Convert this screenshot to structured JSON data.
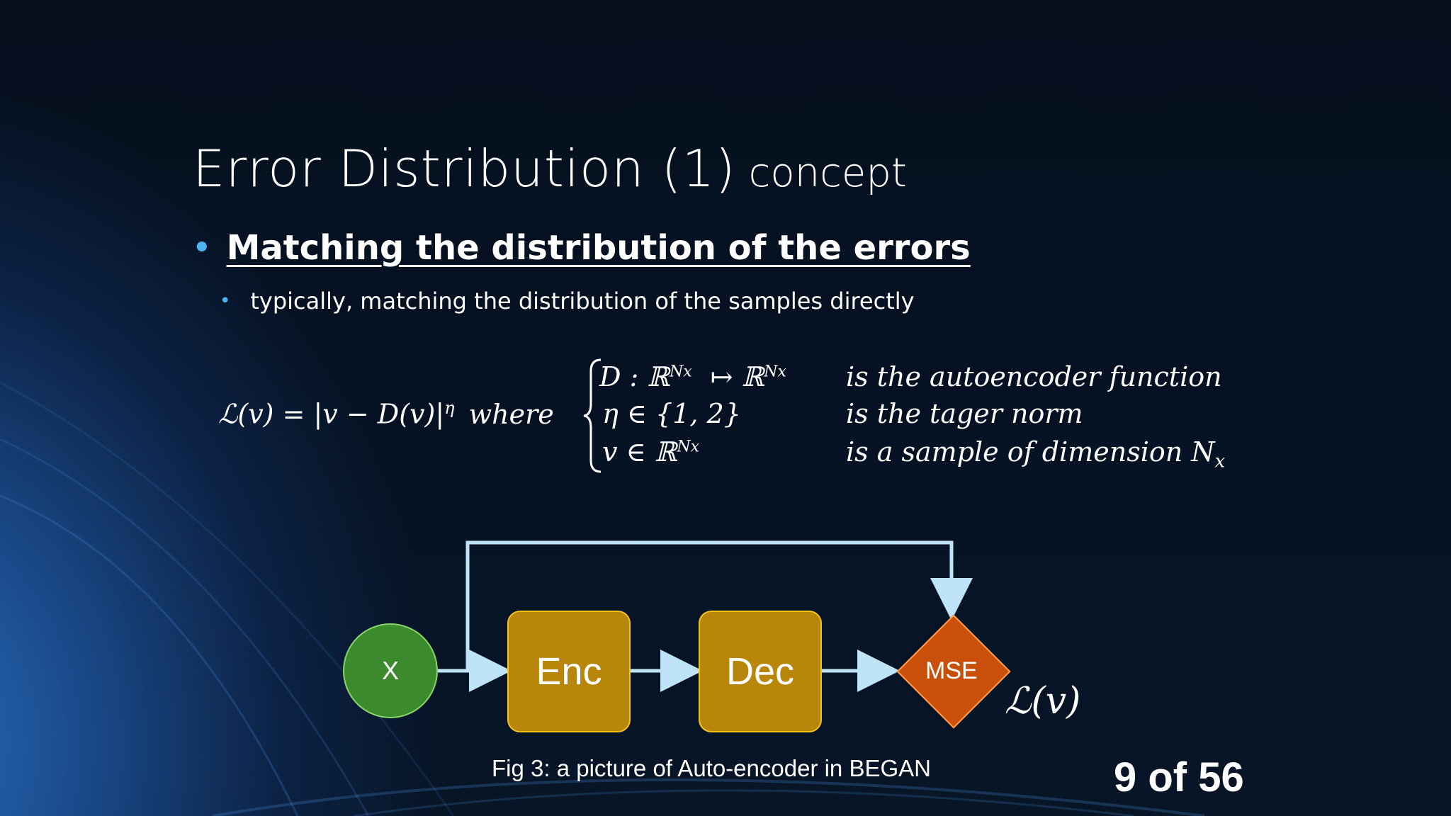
{
  "slide": {
    "title_main": "Error Distribution (1)",
    "title_sub": "concept",
    "bullet_main": "Matching the distribution of the errors",
    "bullet_sub": "typically, matching the distribution of the samples directly",
    "page": "9 of 56"
  },
  "equation": {
    "lhs": "ℒ(v) = |v − D(v)|",
    "lhs_exp": "η",
    "where": "where",
    "case1_expr": "D : ℝ",
    "case1_sup1": "Nx",
    "case1_map": "↦  ℝ",
    "case1_sup2": "Nx",
    "case1_desc": "is the autoencoder function",
    "case2_expr": "η ∈ {1, 2}",
    "case2_desc": "is the tager norm",
    "case3_expr": "v  ∈ ℝ",
    "case3_sup": "Nx",
    "case3_desc": "is a sample of dimension N",
    "case3_desc_sub": "x"
  },
  "diagram": {
    "input_label": "X",
    "enc_label": "Enc",
    "dec_label": "Dec",
    "mse_label": "MSE",
    "output_label": "ℒ(v)",
    "caption": "Fig 3: a picture of Auto-encoder in BEGAN",
    "colors": {
      "input": "#3b8a2e",
      "block": "#b8860b",
      "mse": "#c9500a",
      "arrow": "#bfe3f7"
    }
  }
}
